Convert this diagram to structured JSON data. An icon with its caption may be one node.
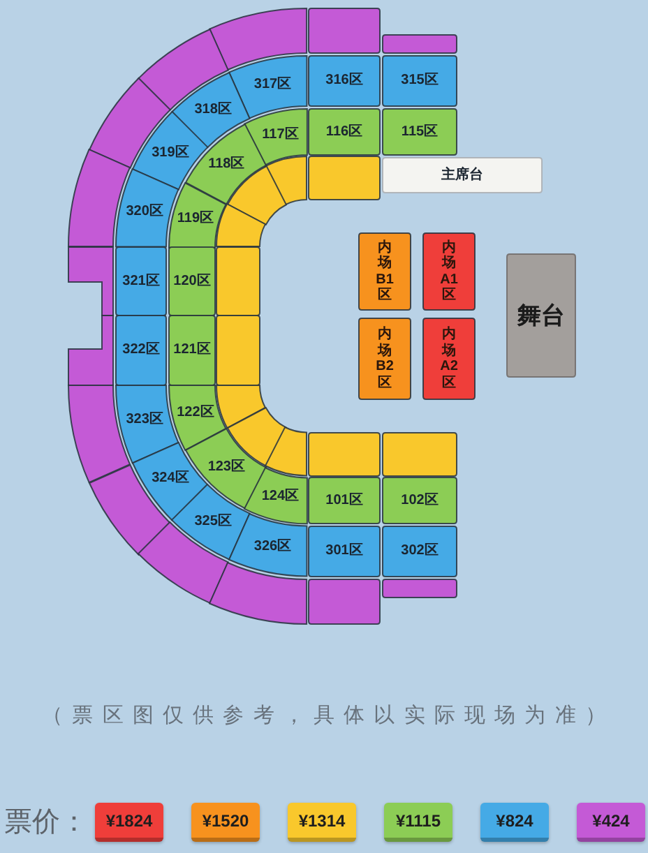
{
  "diagram": {
    "nodes": [
      {
        "text": [],
        "shape": "box"
      },
      {
        "text": [],
        "shape": "box"
      },
      {
        "text": [],
        "shape": "sector"
      },
      {
        "text": [],
        "shape": "sector"
      },
      {
        "text": [],
        "shape": "sector"
      },
      {
        "text": [],
        "shape": "sector"
      },
      {
        "text": [],
        "shape": "box"
      },
      {
        "text": [],
        "shape": "box"
      },
      {
        "text": [],
        "shape": "sector"
      },
      {
        "text": [],
        "shape": "sector"
      },
      {
        "text": [],
        "shape": "sector"
      },
      {
        "text": [],
        "shape": "sector"
      },
      {
        "text": [],
        "shape": "box"
      },
      {
        "text": [],
        "shape": "box"
      },
      {
        "text": [
          "315区"
        ]
      },
      {
        "text": [
          "316区"
        ]
      },
      {
        "text": [
          "317区"
        ]
      },
      {
        "text": [
          "318区"
        ]
      },
      {
        "text": [
          "319区"
        ]
      },
      {
        "text": [
          "320区"
        ]
      },
      {
        "text": [
          "321区"
        ]
      },
      {
        "text": [
          "322区"
        ]
      },
      {
        "text": [
          "323区"
        ]
      },
      {
        "text": [
          "324区"
        ]
      },
      {
        "text": [
          "325区"
        ]
      },
      {
        "text": [
          "326区"
        ]
      },
      {
        "text": [
          "301区"
        ]
      },
      {
        "text": [
          "302区"
        ]
      },
      {
        "text": [
          "115区"
        ]
      },
      {
        "text": [
          "116区"
        ]
      },
      {
        "text": [
          "117区"
        ]
      },
      {
        "text": [
          "118区"
        ]
      },
      {
        "text": [
          "119区"
        ]
      },
      {
        "text": [
          "120区"
        ]
      },
      {
        "text": [
          "121区"
        ]
      },
      {
        "text": [
          "122区"
        ]
      },
      {
        "text": [
          "123区"
        ]
      },
      {
        "text": [
          "124区"
        ]
      },
      {
        "text": [
          "101区"
        ]
      },
      {
        "text": [
          "102区"
        ]
      },
      {
        "text": [],
        "shape": "box"
      },
      {
        "text": [],
        "shape": "sector"
      },
      {
        "text": [],
        "shape": "sector"
      },
      {
        "text": [],
        "shape": "sector"
      },
      {
        "text": [],
        "shape": "box"
      },
      {
        "text": [],
        "shape": "box"
      },
      {
        "text": [],
        "shape": "sector"
      },
      {
        "text": [],
        "shape": "sector"
      },
      {
        "text": [],
        "shape": "sector"
      },
      {
        "text": [],
        "shape": "box"
      },
      {
        "text": [],
        "shape": "box"
      },
      {
        "text": [
          "主席台"
        ]
      },
      {
        "text": [
          "内场B1区"
        ]
      },
      {
        "text": [
          "内场A1区"
        ]
      },
      {
        "text": [
          "内场B2区"
        ]
      },
      {
        "text": [
          "内场A2区"
        ]
      },
      {
        "text": [
          "舞台"
        ]
      }
    ],
    "labels": [
      "（票区图仅供参考，具体以实际现场为准）",
      "票价："
    ],
    "legend": [
      {
        "text": "¥1824",
        "color": "#ef3e3a"
      },
      {
        "text": "¥1520",
        "color": "#f7921e"
      },
      {
        "text": "¥1314",
        "color": "#f9c82c"
      },
      {
        "text": "¥1115",
        "color": "#8ccd55"
      },
      {
        "text": "¥824",
        "color": "#45aae6"
      },
      {
        "text": "¥424",
        "color": "#c45ad6"
      }
    ]
  }
}
